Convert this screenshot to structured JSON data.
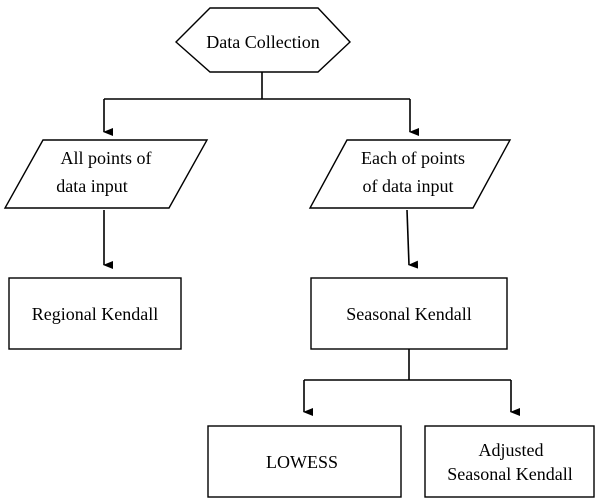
{
  "nodes": {
    "start": {
      "label": "Data Collection",
      "shape": "hexagon"
    },
    "all_points": {
      "lines": [
        "All points of",
        "data input"
      ],
      "shape": "parallelogram"
    },
    "each_points": {
      "lines": [
        "Each of points",
        "of data input"
      ],
      "shape": "parallelogram"
    },
    "regional": {
      "label": "Regional Kendall",
      "shape": "rectangle"
    },
    "seasonal": {
      "label": "Seasonal Kendall",
      "shape": "rectangle"
    },
    "lowess": {
      "label": "LOWESS",
      "shape": "rectangle"
    },
    "adjusted": {
      "lines": [
        "Adjusted",
        "Seasonal Kendall"
      ],
      "shape": "rectangle"
    }
  },
  "edges": [
    {
      "from": "start",
      "to": "all_points"
    },
    {
      "from": "start",
      "to": "each_points"
    },
    {
      "from": "all_points",
      "to": "regional"
    },
    {
      "from": "each_points",
      "to": "seasonal"
    },
    {
      "from": "seasonal",
      "to": "lowess"
    },
    {
      "from": "seasonal",
      "to": "adjusted"
    }
  ],
  "colors": {
    "line": "#000000",
    "fill": "#ffffff",
    "text": "#000000"
  }
}
